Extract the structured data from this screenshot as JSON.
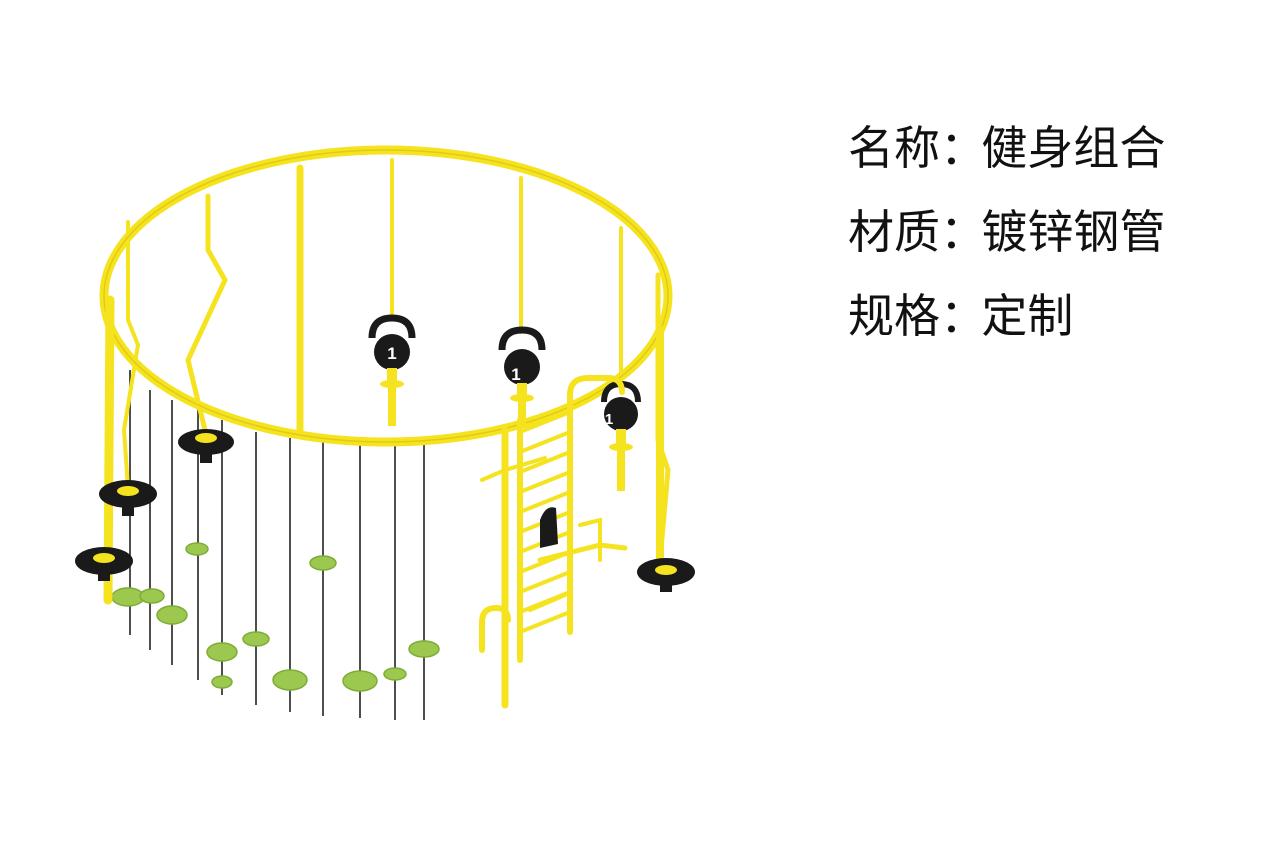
{
  "colors": {
    "frame": "#F5E31F",
    "frame_dark": "#D9C20E",
    "weight": "#1A1A1A",
    "stone": "#9CC850",
    "stone_edge": "#7EAC36",
    "rope": "#222222",
    "text": "#111111"
  },
  "illustration": {
    "weight_label": "1"
  },
  "specs": [
    {
      "label": "名称",
      "sep": "：",
      "value": "健身组合"
    },
    {
      "label": "材质",
      "sep": "：",
      "value": "镀锌钢管"
    },
    {
      "label": "规格",
      "sep": "：",
      "value": "定制"
    }
  ]
}
